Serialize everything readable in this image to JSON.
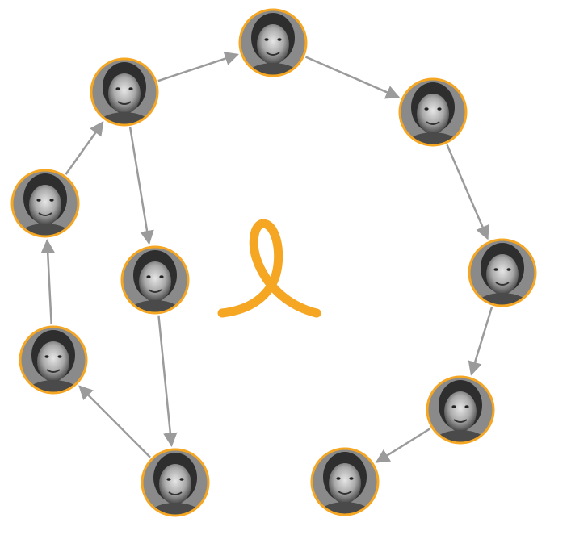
{
  "diagram": {
    "accent_color": "#F5A623",
    "arrow_color": "#9B9B9B",
    "center_icon": "orange-loop-ribbon-icon",
    "node_icon": "person-portrait-photo-icon",
    "nodes": [
      {
        "id": "top"
      },
      {
        "id": "upper-right"
      },
      {
        "id": "right"
      },
      {
        "id": "lower-right"
      },
      {
        "id": "bottom-right"
      },
      {
        "id": "bottom-center"
      },
      {
        "id": "left-lower"
      },
      {
        "id": "left-middle"
      },
      {
        "id": "upper-left"
      },
      {
        "id": "center-left"
      }
    ],
    "edges": [
      [
        "upper-left",
        "top"
      ],
      [
        "top",
        "upper-right"
      ],
      [
        "upper-right",
        "right"
      ],
      [
        "right",
        "lower-right"
      ],
      [
        "lower-right",
        "bottom-right"
      ],
      [
        "upper-left",
        "center-left"
      ],
      [
        "center-left",
        "bottom-center"
      ],
      [
        "bottom-center",
        "left-lower"
      ],
      [
        "left-lower",
        "left-middle"
      ],
      [
        "left-middle",
        "upper-left"
      ]
    ]
  }
}
